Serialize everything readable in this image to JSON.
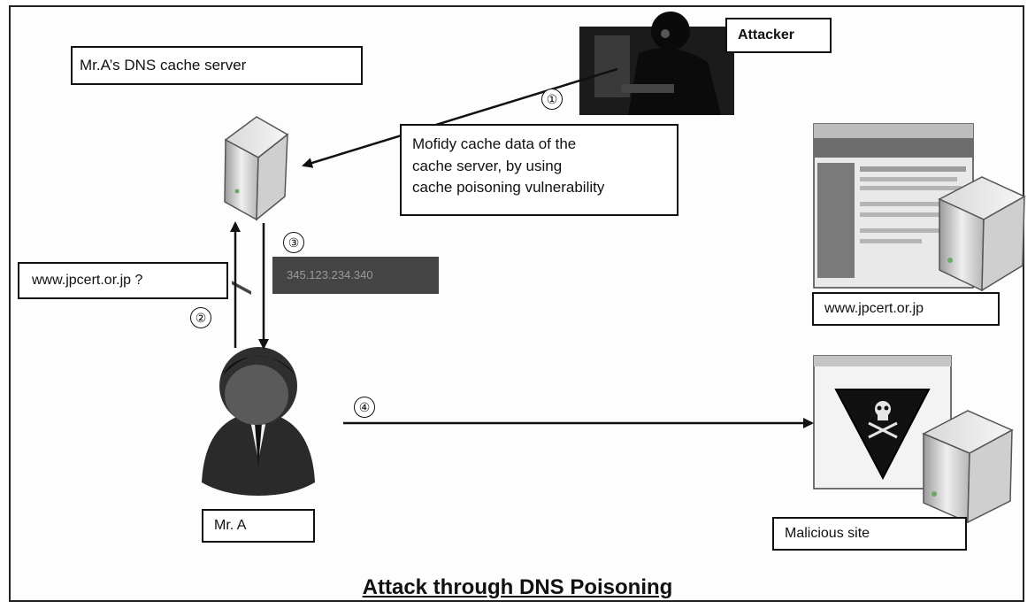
{
  "title": "Attack through DNS Poisoning",
  "labels": {
    "cache_server": "Mr.A’s DNS cache server",
    "attacker": "Attacker",
    "modify_line1": "Mofidy cache data of the",
    "modify_line2": "cache server, by using",
    "modify_line3": "cache poisoning vulnerability",
    "query": "www.jpcert.or.jp ?",
    "fake_ip": "345.123.234.340",
    "legit_site": "www.jpcert.or.jp",
    "malicious_site": "Malicious site",
    "user": "Mr. A"
  },
  "steps": {
    "s1": "①",
    "s2": "②",
    "s3": "③",
    "s4": "④"
  },
  "icons": {
    "server": "server-icon",
    "attacker": "attacker-icon",
    "user": "user-icon",
    "website": "website-icon",
    "skull": "skull-icon"
  }
}
